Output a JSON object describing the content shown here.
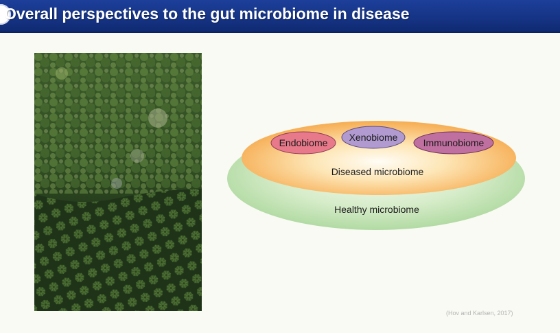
{
  "header": {
    "title": "Overall perspectives to the gut microbiome in disease"
  },
  "photo": {
    "description_icon": "aerial-forest-plantation-image"
  },
  "diagram": {
    "outer_label": "Healthy microbiome",
    "inner_label": "Diseased microbiome",
    "components": [
      {
        "label": "Endobiome",
        "color": "#e7798a"
      },
      {
        "label": "Xenobiome",
        "color": "#b09ad0"
      },
      {
        "label": "Immunobiome",
        "color": "#c070a0"
      }
    ],
    "colors": {
      "healthy": "#a9d69a",
      "diseased": "#f5a341"
    }
  },
  "citation": "(Hov and Karlsen, 2017)"
}
